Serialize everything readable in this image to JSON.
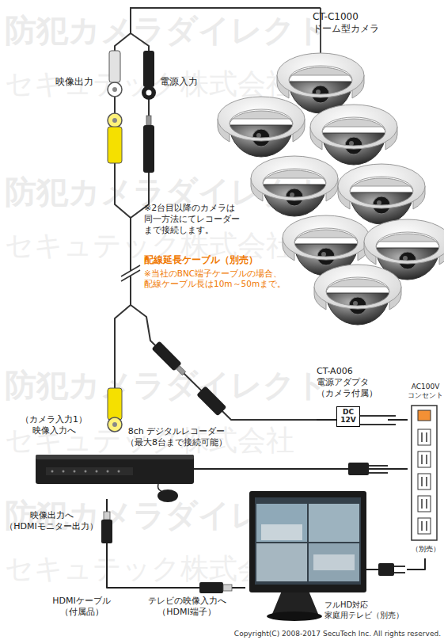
{
  "diagram": {
    "nodes": [
      {
        "text": [
          "CT-C1000 ドーム型カメラ"
        ]
      },
      {
        "text": [
          "CT-A006 電源アダプタ （カメラ付属）",
          "DC 12V"
        ]
      },
      {
        "text": [
          "8ch デジタルレコーダー （最大8台まで接続可能）"
        ]
      },
      {
        "text": [
          "フルHD対応 家庭用テレビ（別売）"
        ]
      },
      {
        "text": [
          "AC100V コンセント",
          "（別売）"
        ]
      }
    ],
    "edges": [
      {
        "from": 0,
        "to": 2,
        "arrow": "none"
      },
      {
        "from": 1,
        "to": 0,
        "arrow": "none"
      },
      {
        "from": 1,
        "to": 4,
        "arrow": "none"
      },
      {
        "from": 2,
        "to": 4,
        "arrow": "none"
      },
      {
        "from": 2,
        "to": 3,
        "arrow": "none"
      },
      {
        "from": 3,
        "to": 4,
        "arrow": "none"
      }
    ],
    "labels": [
      "防犯カメラダイレクト",
      "セキュテック株式会社",
      "映像出力",
      "電源入力",
      "防犯カメラダイレクト",
      "※2台目以降のカメラは 同一方法にてレコーダー まで接続します。",
      "セキュテック株式会社",
      "配線延長ケーブル（別売）",
      "※当社のBNC端子ケーブルの場合、 配線ケーブル長は10m～50mまで。",
      "防犯カメラダイレクト",
      "（カメラ入力1） 映像入力へ",
      "セキュテック株式会社",
      "防犯カメラダイレクト",
      "映像出力へ （HDMIモニター出力）",
      "セキュテック株式会社",
      "HDMIケーブル （付属品）",
      "テレビの映像入力へ （HDMI端子）",
      "Copyright(C) 2008-2017 SecuTech Inc. All rights reserved."
    ]
  }
}
